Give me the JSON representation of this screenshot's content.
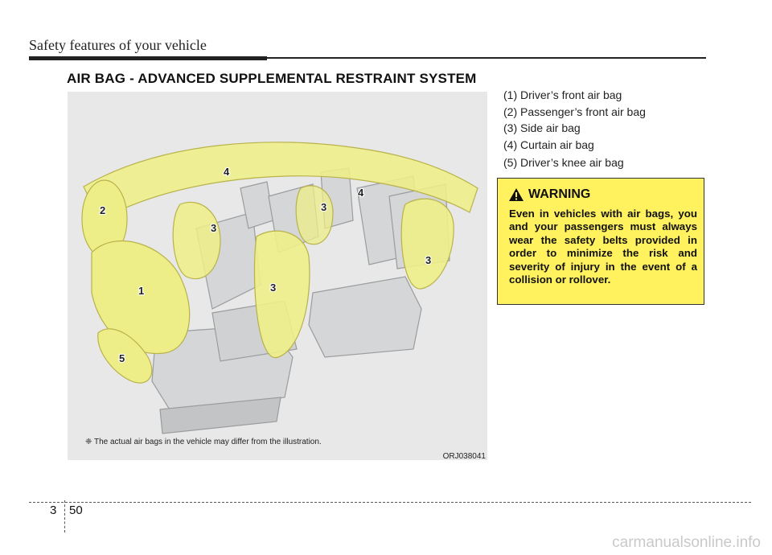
{
  "header": {
    "section_title": "Safety features of your vehicle"
  },
  "heading": "AIR BAG - ADVANCED SUPPLEMENTAL RESTRAINT SYSTEM",
  "legend_items": [
    "(1) Driver’s front air bag",
    "(2) Passenger’s front air bag",
    "(3) Side air bag",
    "(4) Curtain air bag",
    "(5) Driver’s knee air bag"
  ],
  "illustration": {
    "footnote": "❈ The actual air bags in the vehicle may differ from the illustration.",
    "image_code": "ORJ038041",
    "callouts": [
      "1",
      "2",
      "3",
      "3",
      "3",
      "3",
      "4",
      "4",
      "5"
    ]
  },
  "warning": {
    "title": "WARNING",
    "icon": "warning-triangle-icon",
    "body": "Even in vehicles with air bags, you and your passengers must always wear the safety belts provided in order to minimize the risk and severity of injury in the event of a collision or rollover."
  },
  "footer": {
    "chapter": "3",
    "page": "50"
  },
  "watermark": "carmanualsonline.info",
  "colors": {
    "airbag_yellow": "#eeee88",
    "warning_bg": "#fff25e"
  }
}
